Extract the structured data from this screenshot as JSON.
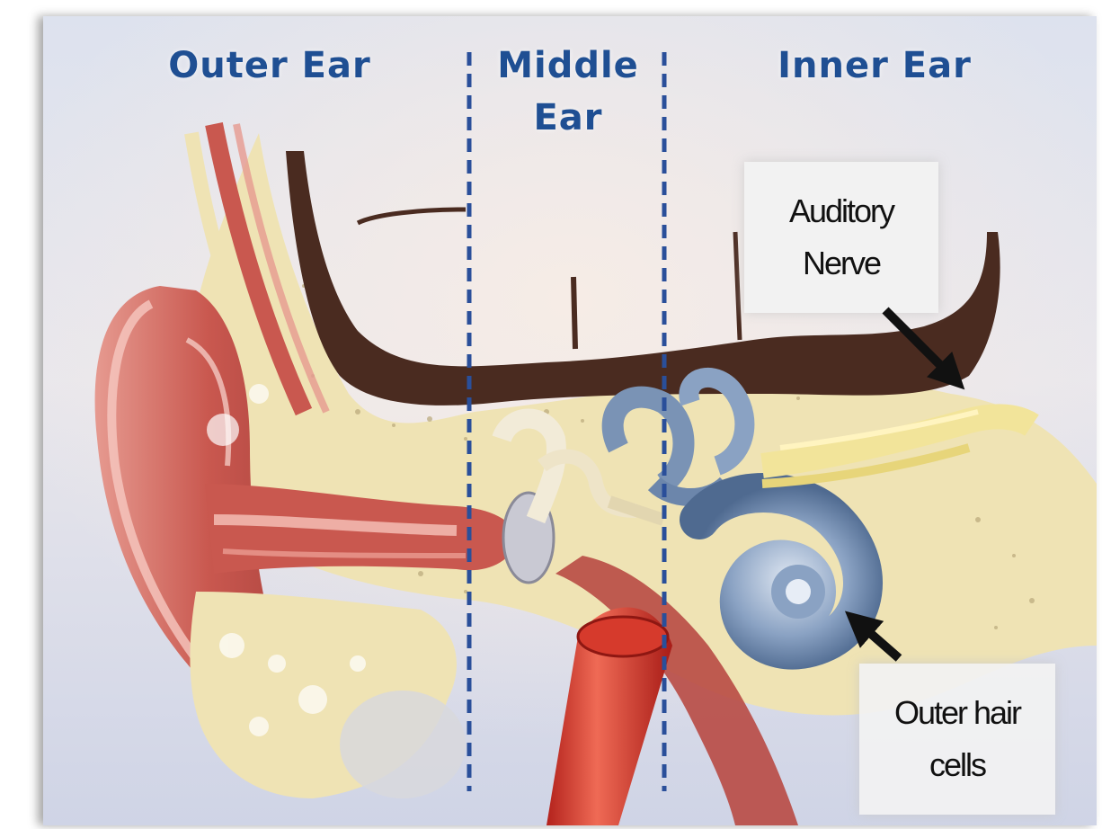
{
  "sections": {
    "outer": "Outer Ear",
    "middle_line1": "Middle",
    "middle_line2": "Ear",
    "inner": "Inner Ear"
  },
  "labels": {
    "auditory_nerve_line1": "Auditory",
    "auditory_nerve_line2": "Nerve",
    "hair_cells_line1": "Outer hair",
    "hair_cells_line2": "cells"
  },
  "colors": {
    "title_blue": "#1f4f93",
    "divider_blue": "#2a4f9a",
    "skin_red": "#c9584f",
    "bone_cream": "#efe3b4",
    "tissue_brown": "#4a2b20",
    "cochlea_blue": "#7a93b5"
  }
}
